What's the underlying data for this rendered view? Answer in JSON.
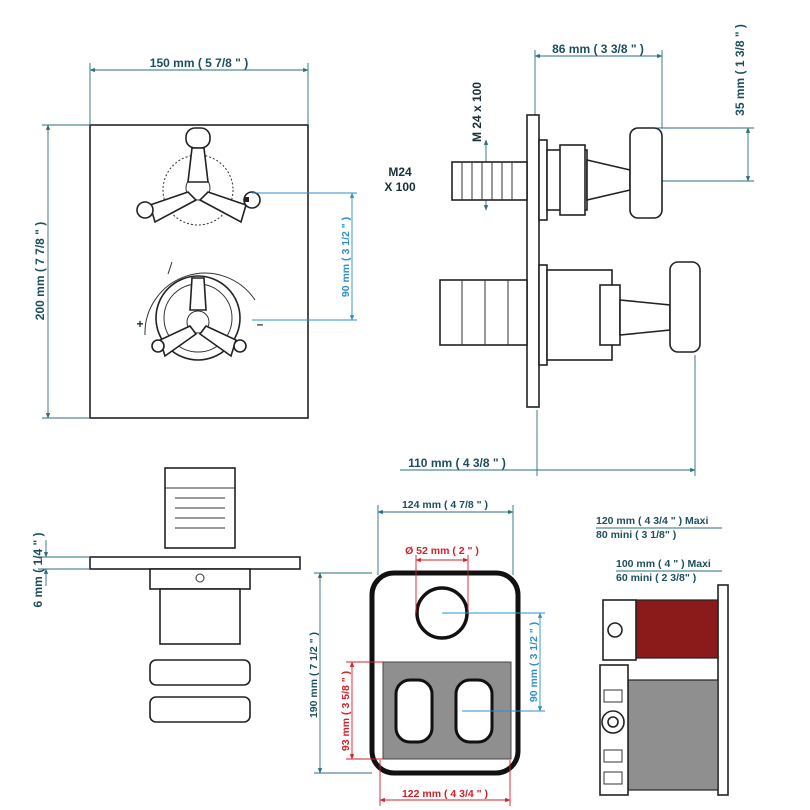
{
  "front_view": {
    "width_label": "150 mm ( 5 7/8 \" )",
    "height_label": "200 mm ( 7 7/8 \" )",
    "spacing_label": "90 mm ( 3 1/2 \" )",
    "plus_sign": "+",
    "minus_sign": "–"
  },
  "side_view": {
    "depth_label": "86 mm ( 3 3/8 \" )",
    "handle_label": "35 mm ( 1 3/8 \" )",
    "thread_label": "M 24 x 100",
    "m24_line1": "M24",
    "m24_line2": "X 100",
    "total_depth_label": "110 mm ( 4 3/8 \" )"
  },
  "bottom_view": {
    "plate_label": "6 mm ( 1/4 \" )"
  },
  "cutout_view": {
    "width_label": "124 mm ( 4 7/8 \" )",
    "hole_label": "Ø 52 mm ( 2 \" )",
    "height_label": "190 mm ( 7 1/2 \" )",
    "spacing_label": "90 mm ( 3 1/2 \" )",
    "inner_height_label": "93 mm ( 3 5/8 \" )",
    "inner_width_label": "122 mm ( 4 3/4 \" )"
  },
  "box_view": {
    "outer_max": "120 mm ( 4 3/4 \" ) Maxi",
    "outer_mini": "80 mini ( 3 1/8\" )",
    "inner_max": "100 mm ( 4 \" ) Maxi",
    "inner_mini": "60 mini ( 2 3/8\" )"
  },
  "colors": {
    "dimension": "#2a6d7c",
    "red_dimension": "#d4202a",
    "blue_dimension": "#2e8fc9",
    "red_box": "#8b1a1a",
    "grey_box": "#8f8f8f"
  }
}
